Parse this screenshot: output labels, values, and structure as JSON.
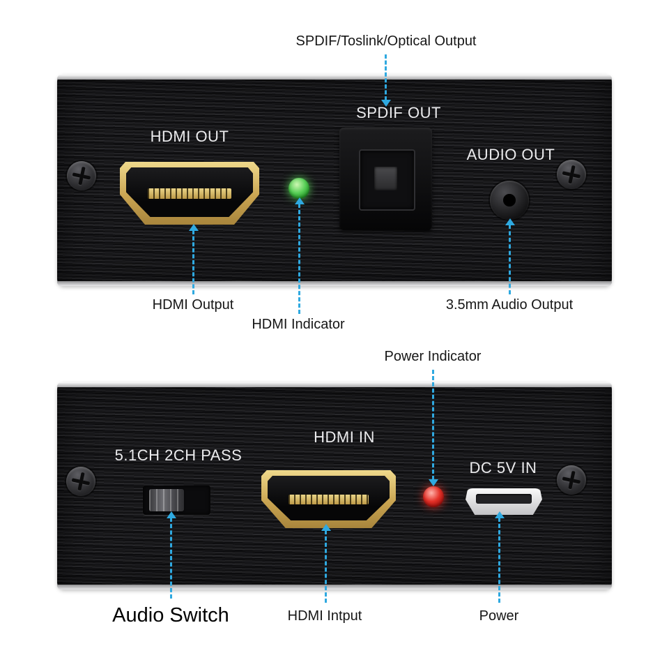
{
  "title": "HDMI Audio Extractor Ports Diagram",
  "colors": {
    "leader": "#2fa9e0",
    "led_green": "#46c24a",
    "led_red": "#e02a22",
    "hdmi_gold": "#d8bd6a",
    "panel": "#17171a"
  },
  "front": {
    "top_callout": "SPDIF/Toslink/Optical Output",
    "hdmi_label": "HDMI OUT",
    "spdif_label": "SPDIF OUT",
    "audio_label": "AUDIO OUT",
    "hdmi_callout": "HDMI Output",
    "indicator_callout": "HDMI Indicator",
    "audio_callout": "3.5mm Audio Output"
  },
  "back": {
    "top_callout": "Power Indicator",
    "switch_label": "5.1CH 2CH PASS",
    "hdmi_label": "HDMI IN",
    "dc_label": "DC 5V IN",
    "switch_callout": "Audio Switch",
    "hdmi_callout": "HDMI Intput",
    "power_callout": "Power"
  }
}
